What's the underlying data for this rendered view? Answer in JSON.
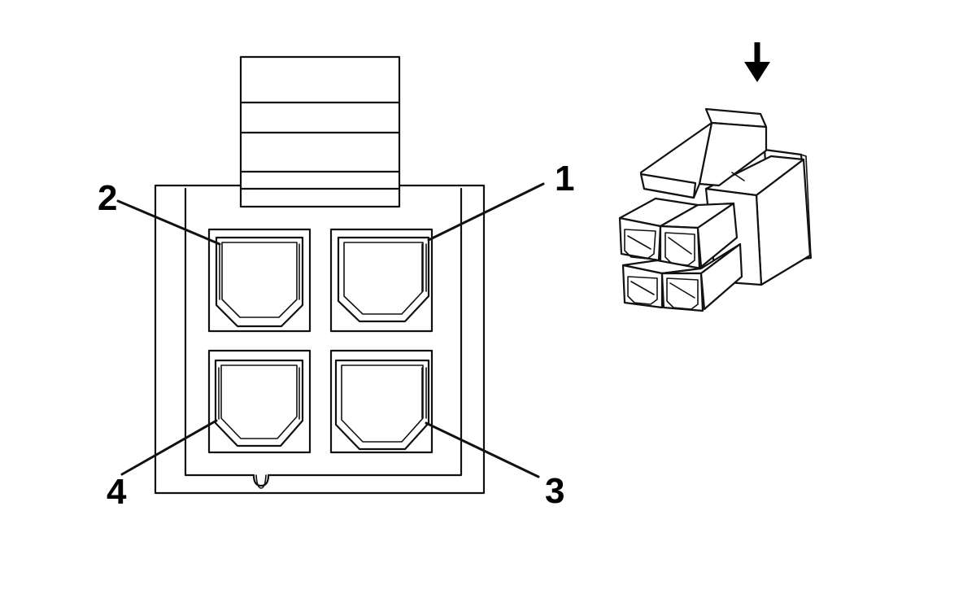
{
  "pin_labels": {
    "pin1": "1",
    "pin2": "2",
    "pin3": "3",
    "pin4": "4"
  },
  "colors": {
    "line": "#111111",
    "background": "#ffffff"
  },
  "icons": {
    "insertion_direction": "arrow-down-icon"
  }
}
